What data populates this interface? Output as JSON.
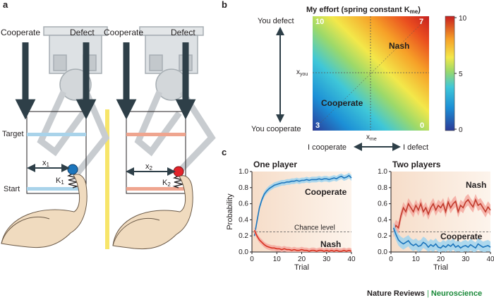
{
  "panel_a": {
    "label": "a",
    "left": {
      "cooperate": "Cooperate",
      "defect": "Defect",
      "target": "Target",
      "start": "Start",
      "x_label": "x",
      "x_sub": "1",
      "k_label": "K",
      "k_sub": "1"
    },
    "right": {
      "cooperate": "Cooperate",
      "defect": "Defect",
      "x_label": "x",
      "x_sub": "2",
      "k_label": "K",
      "k_sub": "2"
    },
    "colors": {
      "target_left": "#a9d3ea",
      "target_right": "#efa58f",
      "ball_left": "#1c75bc",
      "ball_right": "#e3242b",
      "divider": "#f7e56a",
      "arrow": "#2e3f48",
      "arm": "#f0dbbf"
    }
  },
  "panel_b": {
    "label": "b",
    "title": "My effort  (spring constant K",
    "title_sub": "me",
    "title_end": ")",
    "you_defect": "You defect",
    "you_cooperate": "You cooperate",
    "i_cooperate": "I cooperate",
    "i_defect": "I defect",
    "x_you": "x",
    "x_you_sub": "you",
    "x_me": "x",
    "x_me_sub": "me",
    "corners": {
      "top_left": "10",
      "top_right": "7",
      "bottom_left": "3",
      "bottom_right": "0"
    },
    "nash": "Nash",
    "cooperate": "Cooperate",
    "colorbar_ticks": [
      "10",
      "5",
      "0"
    ]
  },
  "panel_c": {
    "label": "c",
    "footer_part1": "Nature Reviews",
    "footer_sep": " | ",
    "footer_part2": "Neuroscience"
  },
  "chart_data": [
    {
      "type": "line",
      "title": "One player",
      "xlabel": "Trial",
      "ylabel": "Probability",
      "xlim": [
        0,
        40
      ],
      "ylim": [
        0,
        1.0
      ],
      "xticks": [
        "0",
        "10",
        "20",
        "30",
        "40"
      ],
      "yticks": [
        "0.0",
        "0.2",
        "0.4",
        "0.6",
        "0.8",
        "1.0"
      ],
      "reference_line": {
        "y": 0.25,
        "label": "Chance level"
      },
      "series": [
        {
          "name": "Cooperate",
          "color": "#1c75bc",
          "band": "#9fd4ef",
          "x": [
            1,
            2,
            3,
            4,
            5,
            6,
            7,
            8,
            9,
            10,
            11,
            12,
            13,
            14,
            15,
            16,
            17,
            18,
            19,
            20,
            21,
            22,
            23,
            24,
            25,
            26,
            27,
            28,
            29,
            30,
            31,
            32,
            33,
            34,
            35,
            36,
            37,
            38,
            39,
            40
          ],
          "y": [
            0.2,
            0.38,
            0.55,
            0.65,
            0.72,
            0.76,
            0.79,
            0.81,
            0.83,
            0.84,
            0.85,
            0.86,
            0.86,
            0.87,
            0.87,
            0.88,
            0.88,
            0.89,
            0.88,
            0.89,
            0.89,
            0.9,
            0.89,
            0.9,
            0.9,
            0.9,
            0.91,
            0.9,
            0.91,
            0.91,
            0.9,
            0.91,
            0.92,
            0.91,
            0.93,
            0.94,
            0.92,
            0.93,
            0.95,
            0.92
          ]
        },
        {
          "name": "Nash",
          "color": "#d7301f",
          "band": "#f4a9a0",
          "x": [
            1,
            2,
            3,
            4,
            5,
            6,
            7,
            8,
            9,
            10,
            11,
            12,
            13,
            14,
            15,
            16,
            17,
            18,
            19,
            20,
            21,
            22,
            23,
            24,
            25,
            26,
            27,
            28,
            29,
            30,
            31,
            32,
            33,
            34,
            35,
            36,
            37,
            38,
            39,
            40
          ],
          "y": [
            0.27,
            0.2,
            0.15,
            0.12,
            0.09,
            0.07,
            0.06,
            0.05,
            0.05,
            0.04,
            0.04,
            0.03,
            0.04,
            0.03,
            0.03,
            0.02,
            0.03,
            0.02,
            0.02,
            0.03,
            0.02,
            0.02,
            0.01,
            0.02,
            0.02,
            0.01,
            0.02,
            0.02,
            0.01,
            0.02,
            0.01,
            0.02,
            0.01,
            0.02,
            0.01,
            0.01,
            0.02,
            0.01,
            0.02,
            0.01
          ]
        }
      ]
    },
    {
      "type": "line",
      "title": "Two players",
      "xlabel": "Trial",
      "ylabel": "",
      "xlim": [
        0,
        40
      ],
      "ylim": [
        0,
        1.0
      ],
      "xticks": [
        "0",
        "10",
        "20",
        "30",
        "40"
      ],
      "yticks": [
        "0.0",
        "0.2",
        "0.4",
        "0.6",
        "0.8",
        "1.0"
      ],
      "reference_line": {
        "y": 0.25,
        "label": ""
      },
      "series": [
        {
          "name": "Nash",
          "color": "#c0392b",
          "band": "#f4a9a0",
          "x": [
            1,
            2,
            3,
            4,
            5,
            6,
            7,
            8,
            9,
            10,
            11,
            12,
            13,
            14,
            15,
            16,
            17,
            18,
            19,
            20,
            21,
            22,
            23,
            24,
            25,
            26,
            27,
            28,
            29,
            30,
            31,
            32,
            33,
            34,
            35,
            36,
            37,
            38,
            39,
            40
          ],
          "y": [
            0.25,
            0.33,
            0.3,
            0.45,
            0.55,
            0.5,
            0.6,
            0.55,
            0.5,
            0.58,
            0.52,
            0.6,
            0.5,
            0.55,
            0.47,
            0.55,
            0.6,
            0.52,
            0.58,
            0.55,
            0.6,
            0.5,
            0.62,
            0.55,
            0.6,
            0.63,
            0.5,
            0.58,
            0.55,
            0.62,
            0.65,
            0.6,
            0.56,
            0.65,
            0.58,
            0.6,
            0.55,
            0.5,
            0.56,
            0.52
          ]
        },
        {
          "name": "Cooperate",
          "color": "#1c75bc",
          "band": "#9fd4ef",
          "x": [
            1,
            2,
            3,
            4,
            5,
            6,
            7,
            8,
            9,
            10,
            11,
            12,
            13,
            14,
            15,
            16,
            17,
            18,
            19,
            20,
            21,
            22,
            23,
            24,
            25,
            26,
            27,
            28,
            29,
            30,
            31,
            32,
            33,
            34,
            35,
            36,
            37,
            38,
            39,
            40
          ],
          "y": [
            0.3,
            0.22,
            0.15,
            0.12,
            0.1,
            0.12,
            0.14,
            0.1,
            0.08,
            0.1,
            0.07,
            0.08,
            0.12,
            0.1,
            0.06,
            0.09,
            0.07,
            0.1,
            0.06,
            0.05,
            0.08,
            0.06,
            0.09,
            0.07,
            0.1,
            0.06,
            0.08,
            0.05,
            0.07,
            0.08,
            0.06,
            0.09,
            0.07,
            0.05,
            0.1,
            0.08,
            0.06,
            0.07,
            0.08,
            0.06
          ]
        }
      ]
    }
  ]
}
